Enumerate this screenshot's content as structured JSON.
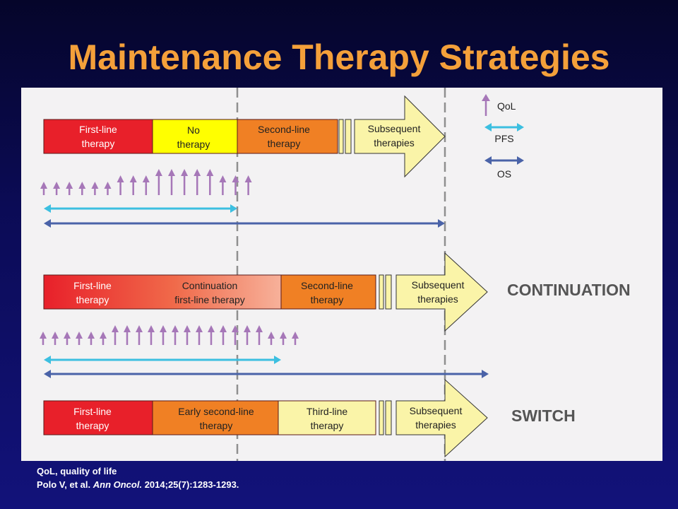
{
  "title": "Maintenance Therapy Strategies",
  "legend": {
    "qol": "QoL",
    "pfs": "PFS",
    "os": "OS"
  },
  "rows": [
    {
      "segments": [
        {
          "lines": [
            "First-line",
            "therapy"
          ]
        },
        {
          "lines": [
            "No",
            "therapy"
          ]
        },
        {
          "lines": [
            "Second-line",
            "therapy"
          ]
        }
      ],
      "arrow": [
        "Subsequent",
        "therapies"
      ],
      "qol_arrow_heights": [
        1,
        1,
        1,
        1,
        1,
        1,
        2,
        2,
        2,
        3,
        3,
        3,
        3,
        3,
        2,
        2,
        2
      ]
    },
    {
      "label": "CONTINUATION",
      "segments": [
        {
          "lines": [
            "First-line",
            "therapy"
          ]
        },
        {
          "lines": [
            "Continuation",
            "first-line therapy"
          ]
        },
        {
          "lines": [
            "Second-line",
            "therapy"
          ]
        }
      ],
      "arrow": [
        "Subsequent",
        "therapies"
      ],
      "qol_arrow_heights": [
        1,
        1,
        1,
        1,
        1,
        1,
        2,
        2,
        2,
        2,
        2,
        2,
        2,
        2,
        2,
        2,
        2,
        2,
        2,
        1,
        1,
        1
      ]
    },
    {
      "label": "SWITCH",
      "segments": [
        {
          "lines": [
            "First-line",
            "therapy"
          ]
        },
        {
          "lines": [
            "Early second-line",
            "therapy"
          ]
        },
        {
          "lines": [
            "Third-line",
            "therapy"
          ]
        }
      ],
      "arrow": [
        "Subsequent",
        "therapies"
      ]
    }
  ],
  "colors": {
    "red": "#e8202a",
    "yellow": "#ffff00",
    "orange": "#f08024",
    "pale_yellow": "#faf4a8",
    "qol_arrow": "#a677b8",
    "pfs_arrow": "#3cbfe0",
    "os_arrow": "#4a63a8",
    "dashed_line": "#8f8f8f"
  },
  "footnote": {
    "line1": "QoL, quality of life",
    "line2_authors": "Polo V, et al.",
    "line2_journal": "Ann Oncol.",
    "line2_ref": "2014;25(7):1283-1293."
  }
}
